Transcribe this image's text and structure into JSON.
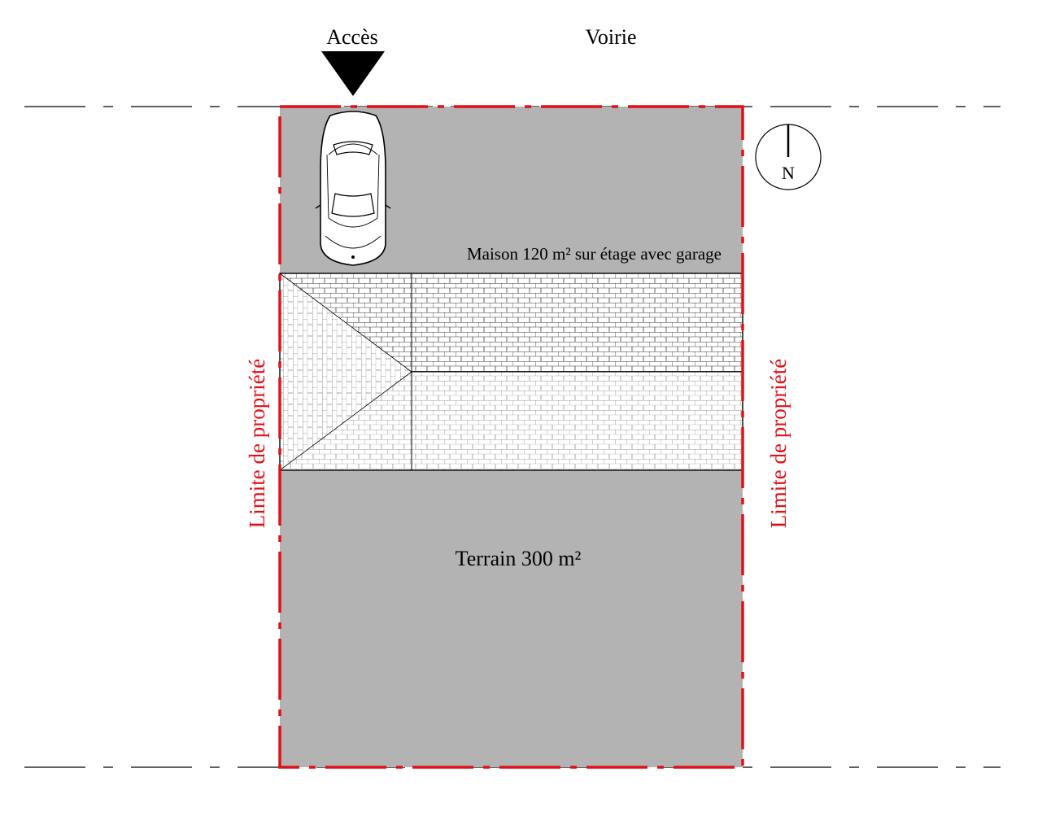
{
  "labels": {
    "access": "Accès",
    "road": "Voirie",
    "house": "Maison 120 m² sur étage avec garage",
    "land": "Terrain 300 m²",
    "boundary_left": "Limite de propriété",
    "boundary_right": "Limite de propriété",
    "north": "N"
  },
  "colors": {
    "boundary": "#e01018",
    "land_fill": "#b3b3b3",
    "roof_fill": "#ffffff",
    "line": "#000000"
  },
  "icons": {
    "access": "access-arrow-icon",
    "car": "car-icon",
    "north": "north-arrow-icon"
  }
}
